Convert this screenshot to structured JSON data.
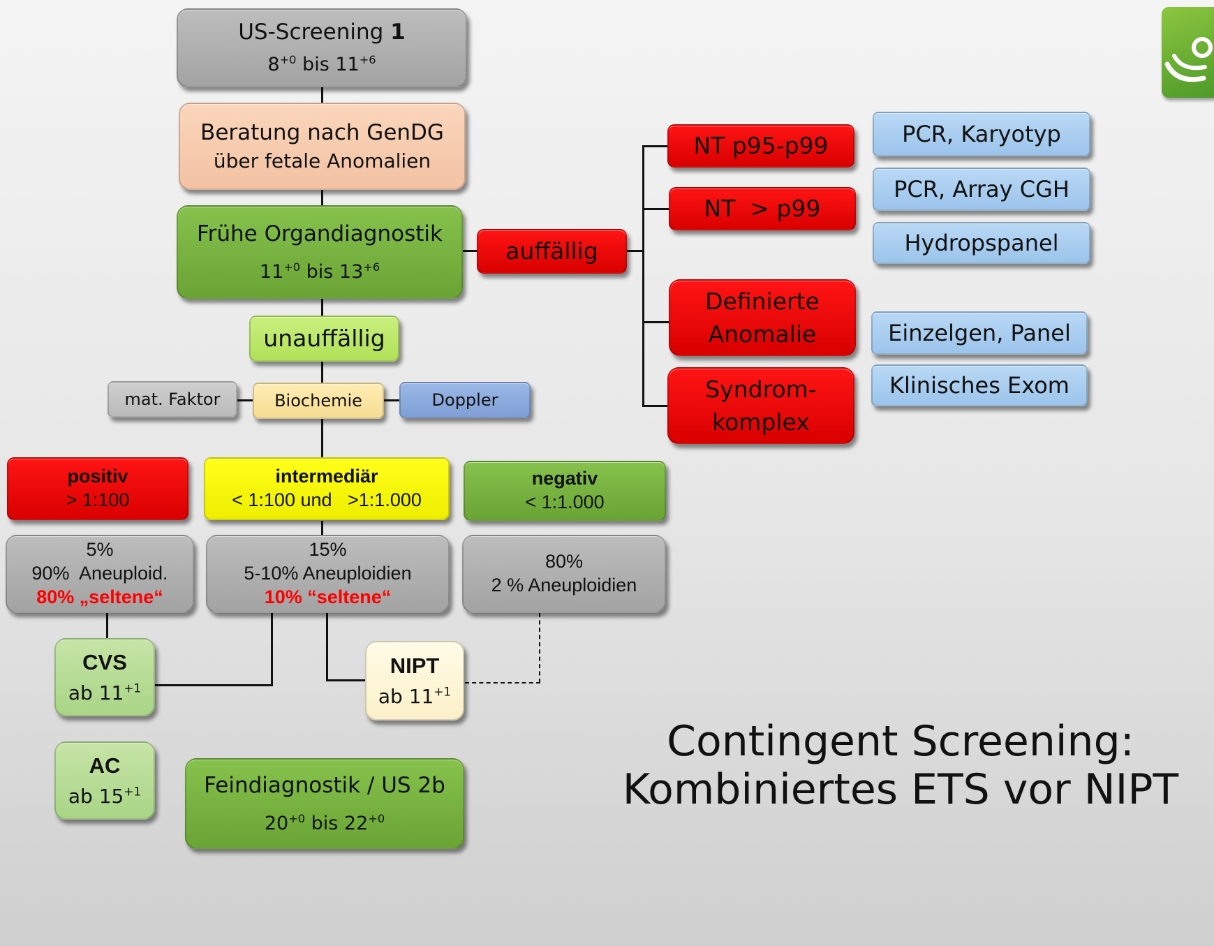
{
  "us1": {
    "title": "US-Screening ",
    "title_num": "1",
    "range_a": "8",
    "range_a_sup": "+0",
    "range_mid": " bis 11",
    "range_b_sup": "+6"
  },
  "beratung": {
    "line1": "Beratung nach GenDG",
    "line2": "über fetale Anomalien"
  },
  "organ": {
    "title": "Frühe Organdiagnostik",
    "range_a": "11",
    "range_a_sup": "+0",
    "range_mid": " bis 13",
    "range_b_sup": "+6"
  },
  "auffaellig": "auffällig",
  "unauffaellig": "unauffällig",
  "factors": {
    "mat": "mat. Faktor",
    "bio": "Biochemie",
    "doppler": "Doppler"
  },
  "findings": {
    "nt1": "NT p95-p99",
    "nt2": "NT  > p99",
    "def1": "Definierte",
    "def2": "Anomalie",
    "syn1": "Syndrom-",
    "syn2": "komplex"
  },
  "tests": {
    "t1": "PCR, Karyotyp",
    "t2": "PCR, Array CGH",
    "t3": "Hydropspanel",
    "t4": "Einzelgen, Panel",
    "t5": "Klinisches Exom"
  },
  "results": {
    "pos_title": "positiv",
    "pos_val": "> 1:100",
    "int_title": "intermediär",
    "int_val": "< 1:100 und   >1:1.000",
    "neg_title": "negativ",
    "neg_val": "< 1:1.000"
  },
  "stats": {
    "pos1": "5%",
    "pos2": "90%  Aneuploid.",
    "pos3": "80% „seltene“",
    "int1": "15%",
    "int2": "5-10% Aneuploidien",
    "int3": "10% “seltene“",
    "neg1": "80%",
    "neg2": "2 % Aneuploidien"
  },
  "cvs": {
    "title": "CVS",
    "prefix": "ab 11",
    "sup": "+1"
  },
  "nipt": {
    "title": "NIPT",
    "prefix": "ab 11",
    "sup": "+1"
  },
  "ac": {
    "title": "AC",
    "prefix": "ab 15",
    "sup": "+1"
  },
  "fein": {
    "title": "Feindiagnostik / US 2b",
    "range_a": "20",
    "range_a_sup": "+0",
    "range_mid": " bis 22",
    "range_b_sup": "+0"
  },
  "headline": {
    "line1": "Contingent Screening:",
    "line2": "Kombiniertes ETS vor NIPT"
  },
  "colors": {
    "red": "#ff0000",
    "green": "#6aa435",
    "yellow": "#ffff00",
    "blue": "#9cc4eb"
  }
}
